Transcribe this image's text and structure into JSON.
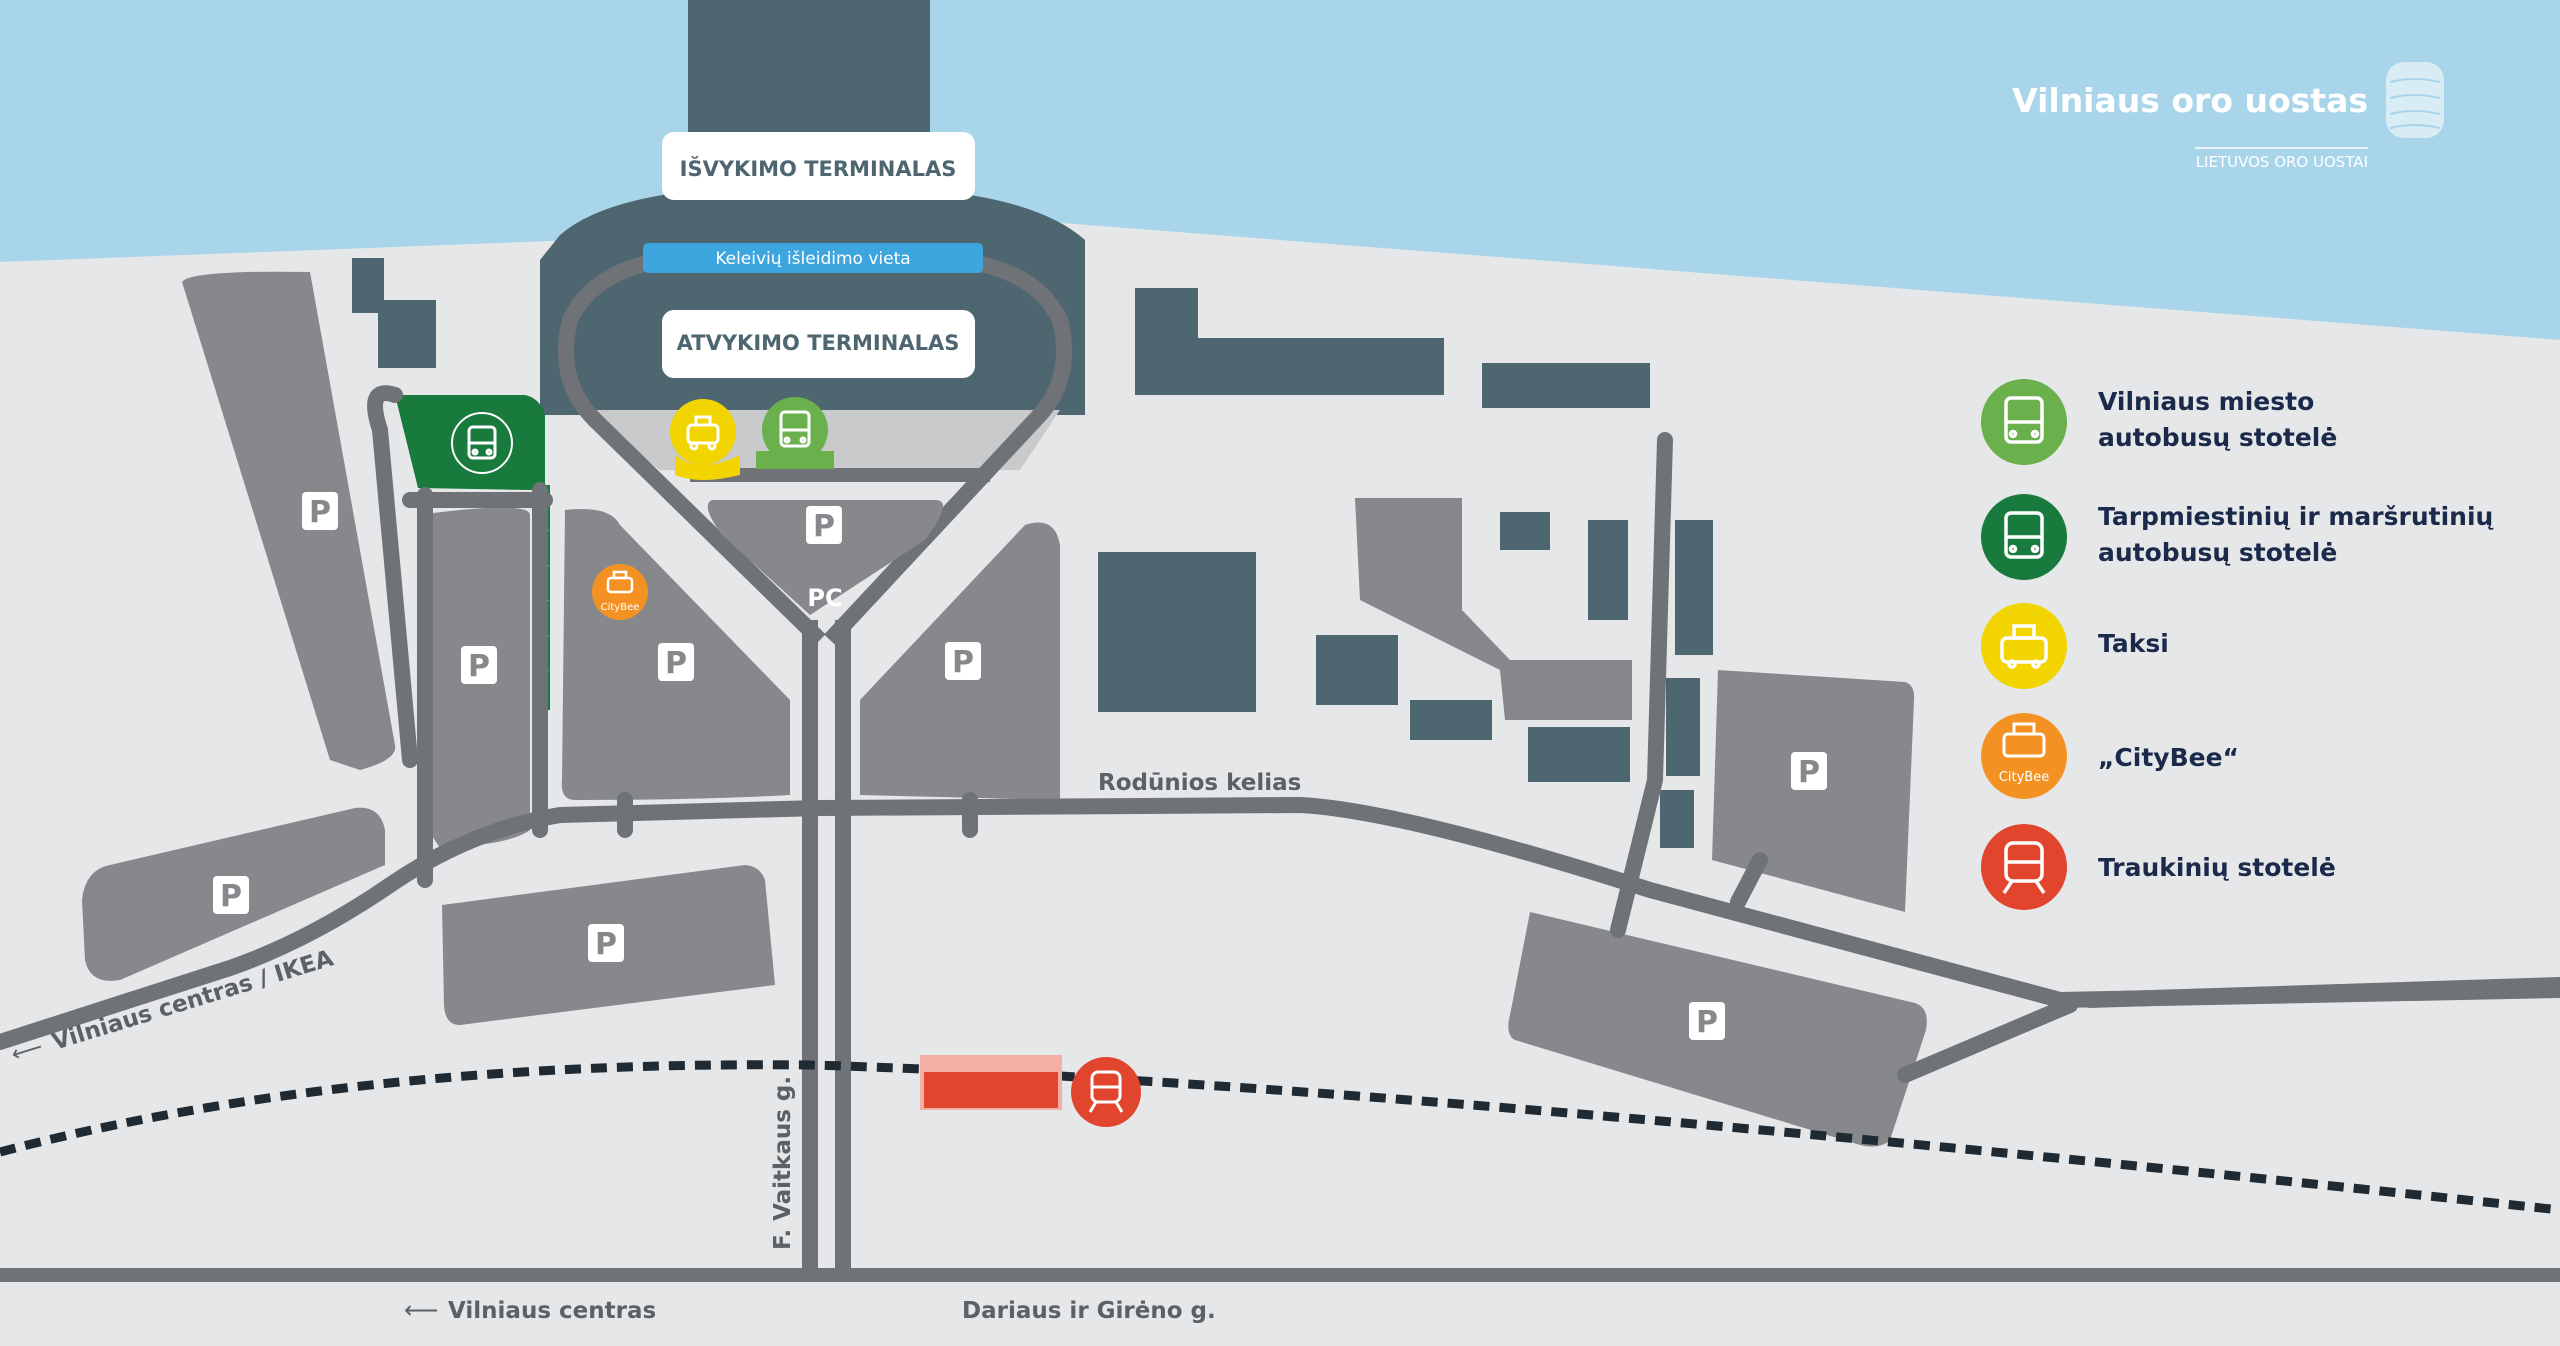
{
  "brand": {
    "name": "Vilniaus oro uostas",
    "tagline": "LIETUVOS ORO UOSTAI"
  },
  "terminals": {
    "departure": "IŠVYKIMO TERMINALAS",
    "arrival": "ATVYKIMO TERMINALAS",
    "dropoff": "Keleivių išleidimo vieta"
  },
  "map_labels": {
    "pc": "PC",
    "parking": "P",
    "citybee_small": "CityBee"
  },
  "roads": {
    "rodunios": "Rodūnios kelias",
    "vilniaus_ikea": "Vilniaus centras / IKEA",
    "vaitkaus": "F. Vaitkaus g.",
    "vilniaus_centras": "Vilniaus centras",
    "dariaus": "Dariaus ir Girėno g."
  },
  "legend": [
    {
      "line1": "Vilniaus miesto",
      "line2": "autobusų stotelė",
      "color": "#6ab04c",
      "icon": "bus-icon"
    },
    {
      "line1": "Tarpmiestinių ir maršrutinių",
      "line2": "autobusų stotelė",
      "color": "#187a3c",
      "icon": "bus-icon"
    },
    {
      "line1": "Taksi",
      "line2": "",
      "color": "#f2d500",
      "icon": "taxi-icon"
    },
    {
      "line1": "„CityBee“",
      "line2": "",
      "color": "#f39223",
      "icon": "car-icon"
    },
    {
      "line1": "Traukinių stotelė",
      "line2": "",
      "color": "#e2452d",
      "icon": "train-icon"
    }
  ],
  "colors": {
    "sky": "#a9d5ea",
    "ground": "#e6e7e8",
    "building": "#4e6670",
    "parking": "#86888b",
    "road": "#6f7276",
    "train": "#e2452d"
  }
}
